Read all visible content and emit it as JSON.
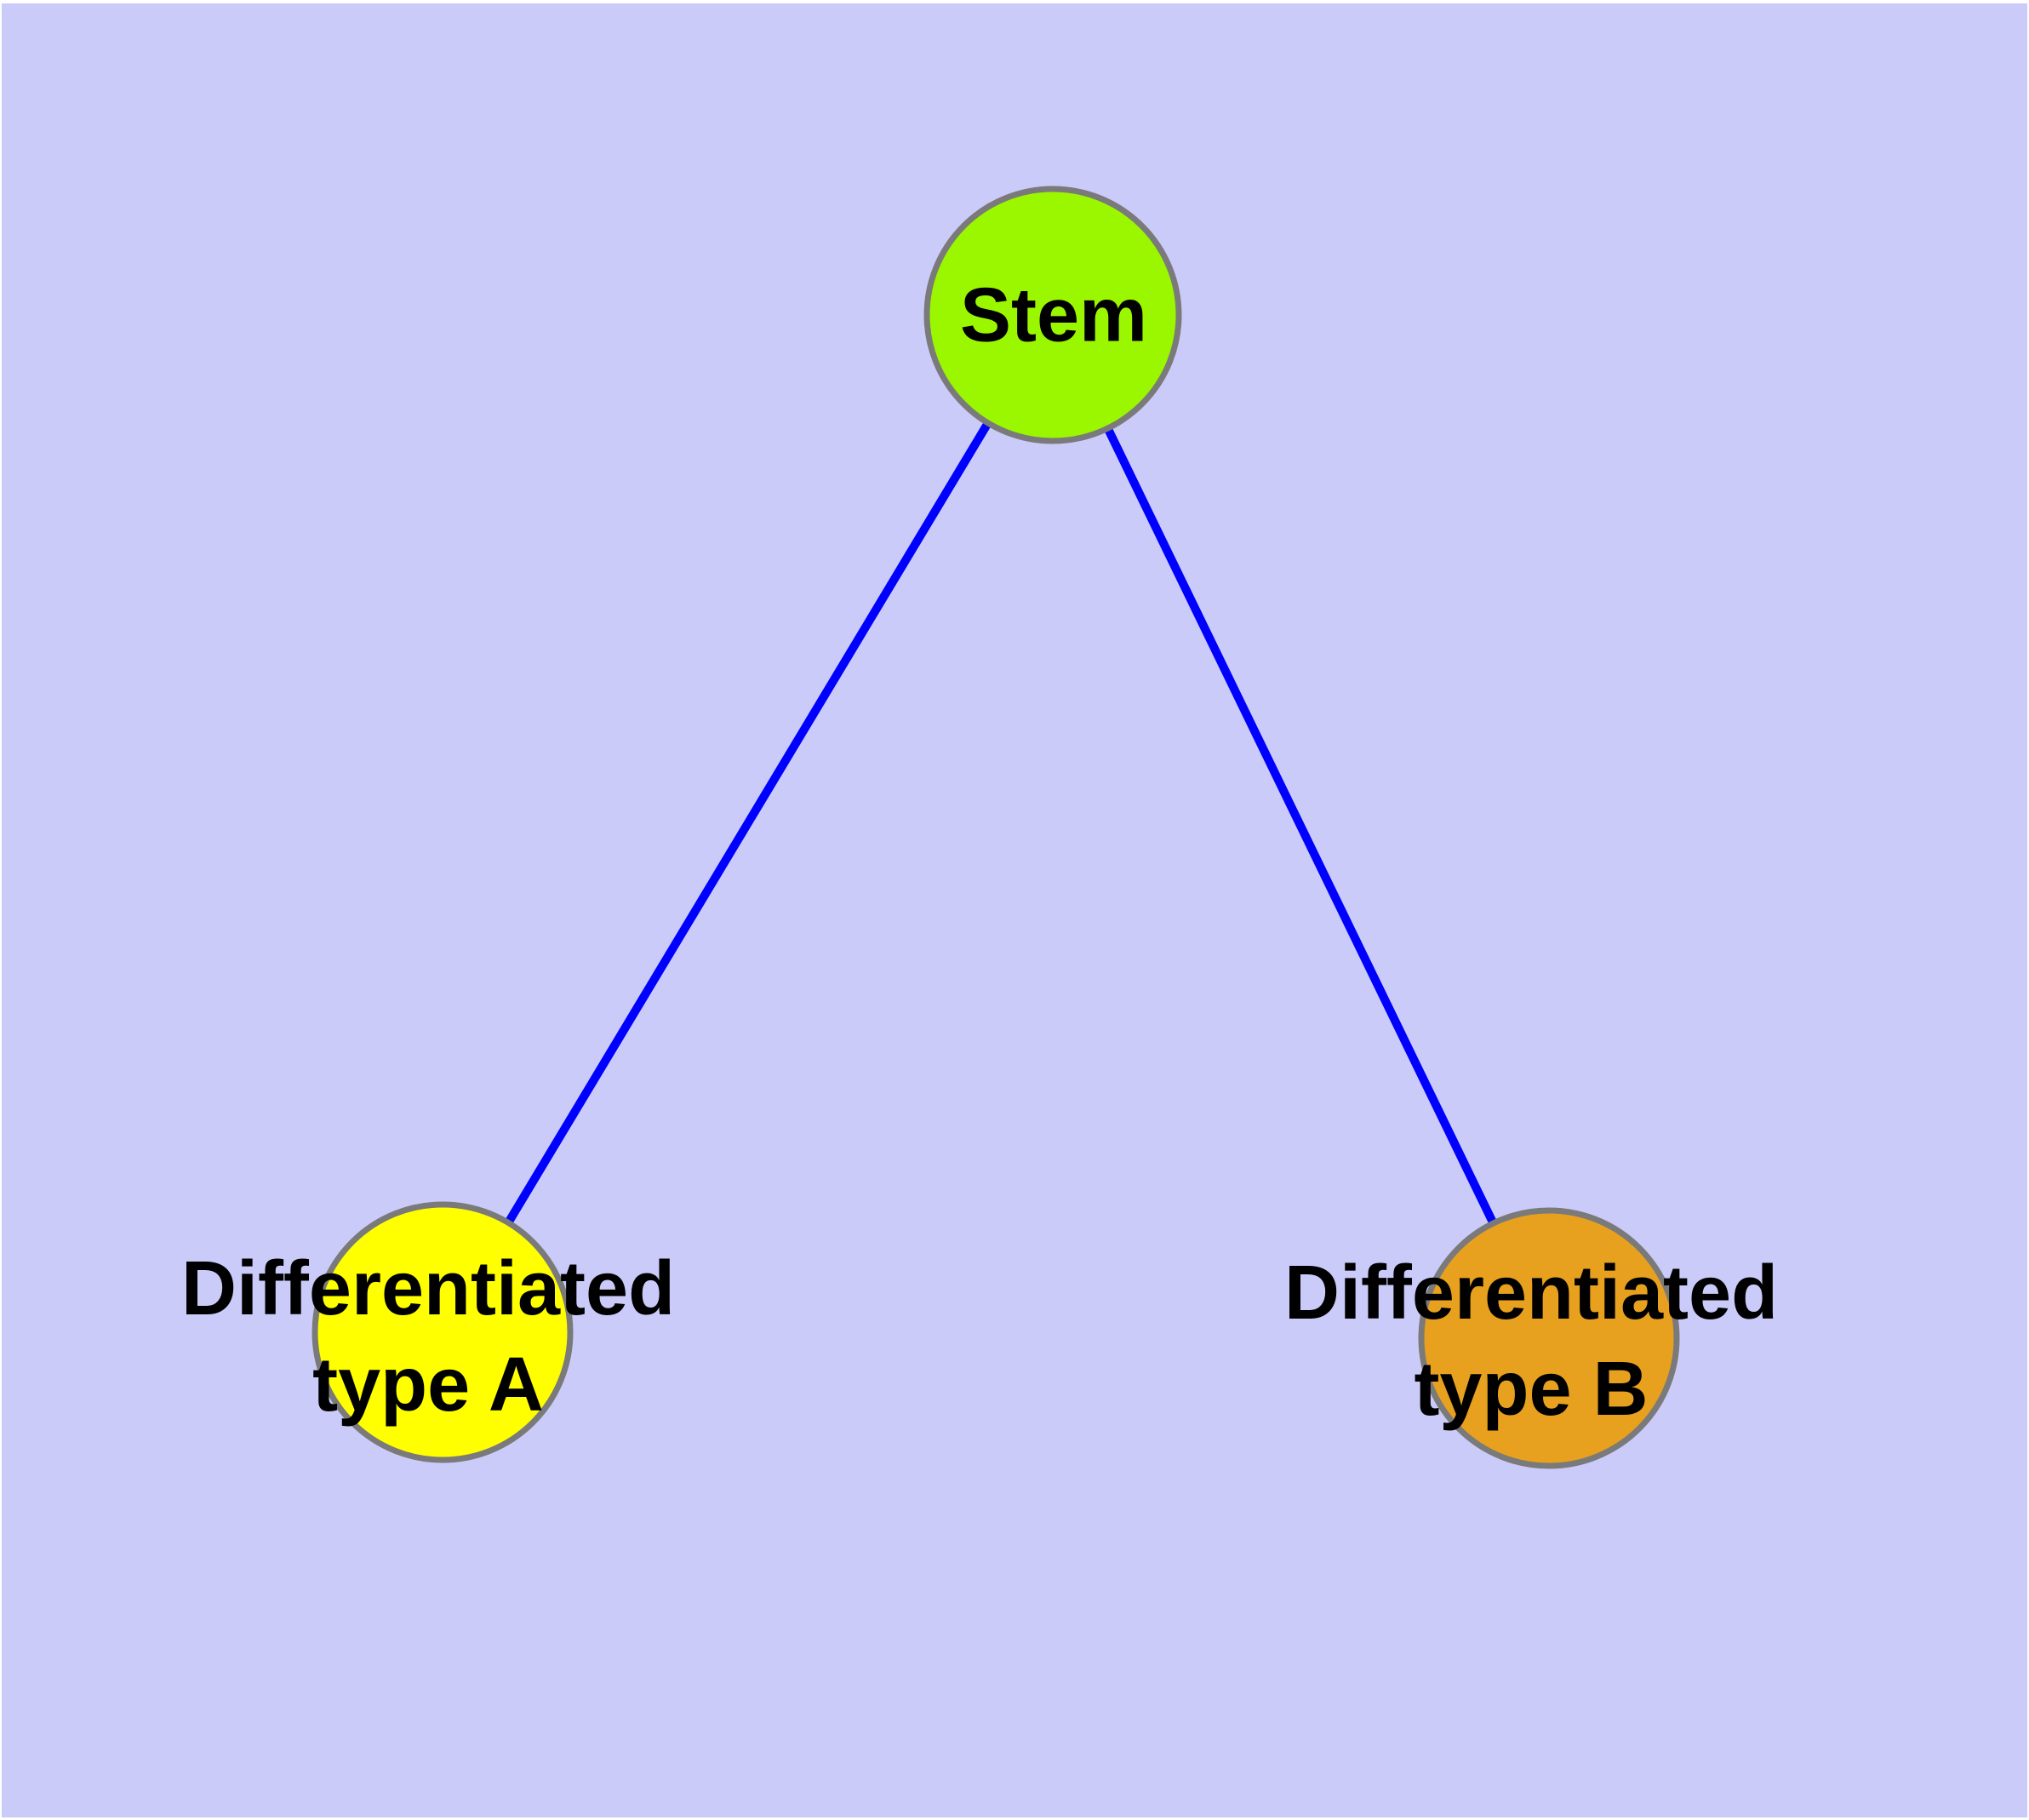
{
  "diagram": {
    "page_border_color": "#FFFFFF",
    "background_color": "#CBCBFA",
    "edge_color": "#0000FE",
    "node_border_color": "#7A7A7A",
    "label_color": "#000000",
    "nodes": [
      {
        "id": "stem",
        "lines": [
          "Stem"
        ],
        "fill": "#9AF700"
      },
      {
        "id": "differentiated-type-a",
        "lines": [
          "Differentiated",
          "type A"
        ],
        "fill": "#FFFF00"
      },
      {
        "id": "differentiated-type-b",
        "lines": [
          "Differentiated",
          "type B"
        ],
        "fill": "#E8A11E"
      }
    ],
    "edges": [
      {
        "from": "stem",
        "to": "differentiated-type-a"
      },
      {
        "from": "stem",
        "to": "differentiated-type-b"
      }
    ]
  }
}
